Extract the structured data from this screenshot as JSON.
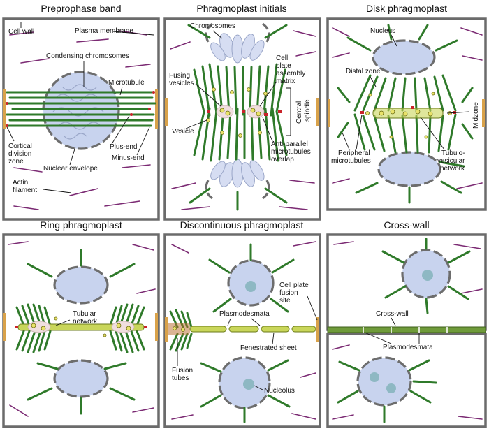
{
  "panels": {
    "preprophase": {
      "title": "Preprophase band",
      "labels": {
        "cell_wall": "Cell wall",
        "plasma_membrane": "Plasma membrane",
        "condensing_chromosomes": "Condensing chromosomes",
        "microtubule": "Microtubule",
        "cortical_division_zone": [
          "Cortical",
          "division",
          "zone"
        ],
        "plus_end": "Plus-end",
        "minus_end": "Minus-end",
        "nuclear_envelope": "Nuclear envelope",
        "actin_filament": [
          "Actin",
          "filament"
        ]
      }
    },
    "initials": {
      "title": "Phragmoplast initials",
      "labels": {
        "chromosomes": "Chromosomes",
        "cell_plate_assembly_matrix": [
          "Cell",
          "plate",
          "assembly",
          "matrix"
        ],
        "fusing_vesicles": [
          "Fusing",
          "vesicles"
        ],
        "central_spindle": [
          "Central",
          "spindle"
        ],
        "vesicle": "Vesicle",
        "anti_parallel_overlap": [
          "Anti-parallel",
          "microtubules",
          "overlap"
        ]
      }
    },
    "disk": {
      "title": "Disk phragmoplast",
      "labels": {
        "nucleus": "Nucleus",
        "distal_zone": "Distal zone",
        "midzone": "Midzone",
        "peripheral_microtubules": [
          "Peripheral",
          "microtubules"
        ],
        "tubulo_vesicular_network": [
          "Tubulo-",
          "vesicular",
          "network"
        ]
      }
    },
    "ring": {
      "title": "Ring phragmoplast",
      "labels": {
        "tubular_network": [
          "Tubular",
          "network"
        ]
      }
    },
    "discontinuous": {
      "title": "Discontinuous phragmoplast",
      "labels": {
        "cell_plate_fusion_site": [
          "Cell plate",
          "fusion",
          "site"
        ],
        "plasmodesmata": "Plasmodesmata",
        "fenestrated_sheet": "Fenestrated sheet",
        "fusion_tubes": [
          "Fusion",
          "tubes"
        ],
        "nucleolus": "Nucleolus"
      }
    },
    "crosswall": {
      "title": "Cross-wall",
      "labels": {
        "cross_wall": "Cross-wall",
        "plasmodesmata": "Plasmodesmata"
      }
    }
  },
  "colors": {
    "cell_wall": "#6b6b6b",
    "microtubule": "#2f7a2a",
    "plus_end": "#c9232a",
    "actin": "#7b2a73",
    "nucleus": "#c8d3ee",
    "cortical_zone": "#d9a24a",
    "cell_plate": "#c9d65a"
  }
}
